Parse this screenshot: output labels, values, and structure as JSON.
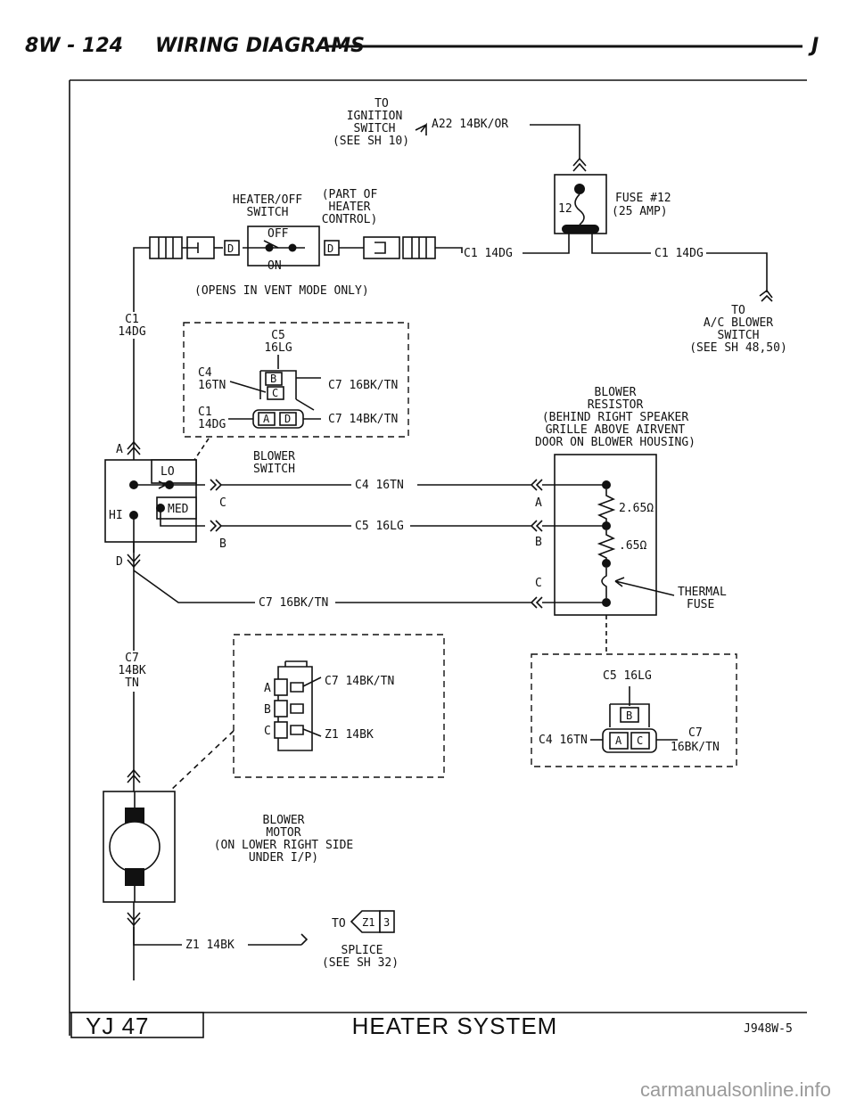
{
  "header": {
    "page_number": "8W - 124",
    "section_title": "WIRING DIAGRAMS",
    "section_letter": "J"
  },
  "ignition": {
    "lines": [
      "TO",
      "IGNITION",
      "SWITCH",
      "(SEE SH 10)"
    ],
    "wire": "A22 14BK/OR"
  },
  "fuse": {
    "name": "FUSE #12",
    "rating": "(25 AMP)",
    "cavity": "12"
  },
  "heater_off_switch": {
    "name_lines": [
      "HEATER/OFF",
      "SWITCH"
    ],
    "part_lines": [
      "(PART OF",
      "HEATER",
      "CONTROL)"
    ],
    "pos_off": "OFF",
    "pos_on": "ON",
    "pin_left": "D",
    "pin_right": "D",
    "note": "(OPENS IN VENT MODE ONLY)"
  },
  "wires": {
    "c1_right_of_switch": "C1 14DG",
    "c1_to_ac": "C1 14DG",
    "c1_left_lines": [
      "C1",
      "14DG"
    ],
    "c4": "C4 16TN",
    "c5": "C5 16LG",
    "c7": "C7 16BK/TN",
    "c7_left_lines": [
      "C7",
      "14BK",
      "TN"
    ],
    "z1_bottom": "Z1 14BK"
  },
  "ac_blower": {
    "lines": [
      "TO",
      "A/C BLOWER",
      "SWITCH",
      "(SEE SH 48,50)"
    ]
  },
  "blower_switch_connector": {
    "c5_lines": [
      "C5",
      "16LG"
    ],
    "c4_lines": [
      "C4",
      "16TN"
    ],
    "c1_lines": [
      "C1",
      "14DG"
    ],
    "c7_top": "C7 16BK/TN",
    "c7_bottom": "C7 14BK/TN",
    "cavities": [
      "B",
      "C",
      "A",
      "D"
    ]
  },
  "blower_switch": {
    "name_lines": [
      "BLOWER",
      "SWITCH"
    ],
    "pos_lo": "LO",
    "pos_med": "MED",
    "pos_hi": "HI",
    "pin_a": "A",
    "pin_c": "C",
    "pin_b": "B",
    "pin_d": "D"
  },
  "resistor": {
    "name_lines": [
      "BLOWER",
      "RESISTOR",
      "(BEHIND RIGHT SPEAKER",
      "GRILLE ABOVE AIRVENT",
      "DOOR ON BLOWER HOUSING)"
    ],
    "pin_a": "A",
    "pin_b": "B",
    "pin_c": "C",
    "r1": "2.65Ω",
    "r2": ".65Ω",
    "thermal_lines": [
      "THERMAL",
      "FUSE"
    ]
  },
  "motor_connector": {
    "cavities": [
      "A",
      "B",
      "C"
    ],
    "wire_top": "C7 14BK/TN",
    "wire_bottom": "Z1 14BK"
  },
  "resistor_connector": {
    "c5": "C5 16LG",
    "c4": "C4 16TN",
    "c7_lines": [
      "C7",
      "16BK/TN"
    ],
    "cavities": [
      "B",
      "A",
      "C"
    ]
  },
  "blower_motor": {
    "lines": [
      "BLOWER",
      "MOTOR",
      "(ON LOWER RIGHT SIDE",
      "UNDER I/P)"
    ]
  },
  "splice": {
    "to": "TO",
    "code": "Z1",
    "sheet": "3",
    "lines": [
      "SPLICE",
      "(SEE SH 32)"
    ]
  },
  "footer": {
    "model": "YJ   47",
    "title": "HEATER SYSTEM",
    "code": "J948W-5"
  },
  "watermark": "carmanualsonline.info"
}
